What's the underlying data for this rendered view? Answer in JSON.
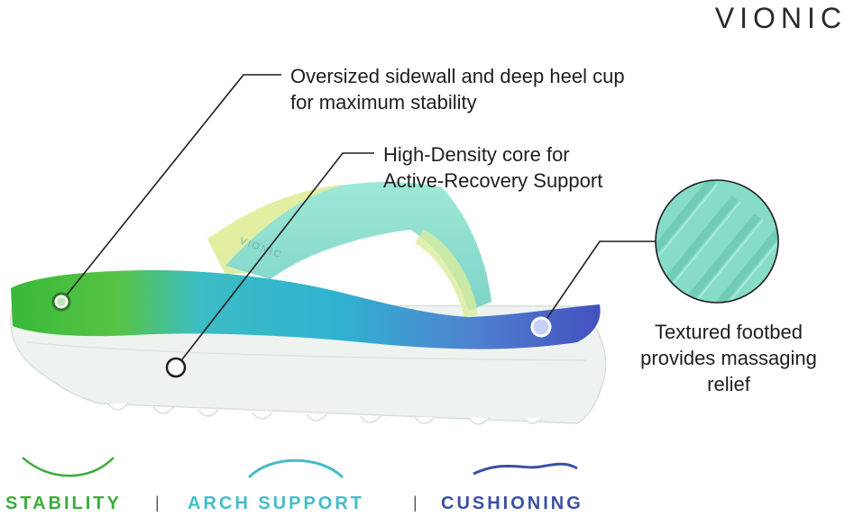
{
  "brand": "VIONIC",
  "callouts": {
    "sidewall": {
      "line1": "Oversized sidewall and deep heel cup",
      "line2": "for maximum stability"
    },
    "core": {
      "line1": "High-Density core for",
      "line2": "Active-Recovery Support"
    },
    "footbed": {
      "line1": "Textured footbed",
      "line2": "provides massaging",
      "line3": "relief"
    }
  },
  "benefits": [
    {
      "label": "STABILITY",
      "color": "#3cab3c",
      "icon": "smile-curve-icon"
    },
    {
      "label": "ARCH SUPPORT",
      "color": "#45bcc8",
      "icon": "arch-curve-icon"
    },
    {
      "label": "CUSHIONING",
      "color": "#3a4fa3",
      "icon": "wave-curve-icon"
    }
  ],
  "separator": "|",
  "strap_logo": "VIONIC",
  "colors": {
    "heel_green": "#3dbb3a",
    "mid_teal": "#3ec4c8",
    "toe_blue": "#4350c2",
    "strap_mint": "#8fe0cf",
    "sole_white": "#eef3f0"
  }
}
